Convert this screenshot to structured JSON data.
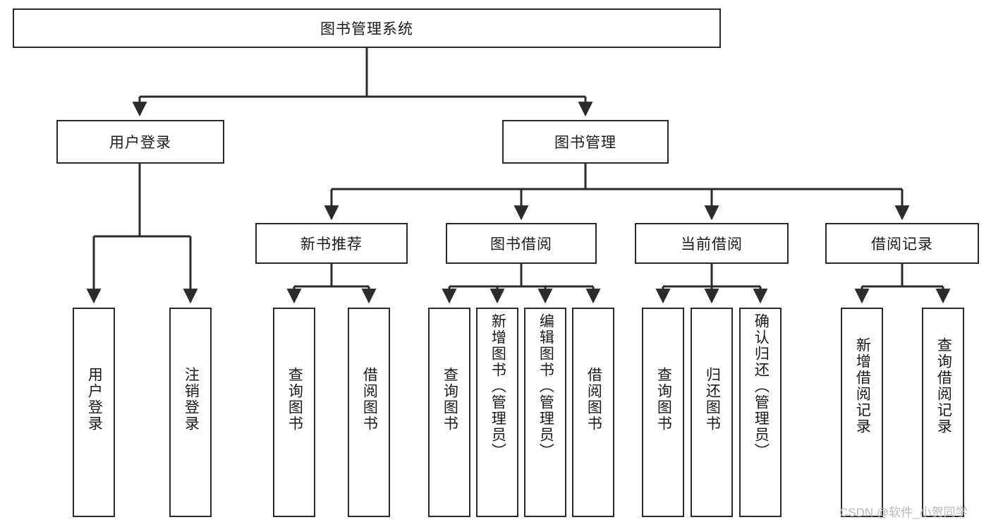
{
  "diagram": {
    "type": "tree-hierarchy-chart",
    "title": "图书管理系统",
    "stroke_color": "#2b2b2b",
    "text_color": "#1a1a1a",
    "background_color": "#ffffff",
    "root": {
      "label": "图书管理系统"
    },
    "level2": [
      {
        "label": "用户登录"
      },
      {
        "label": "图书管理"
      }
    ],
    "level3": [
      {
        "label": "新书推荐"
      },
      {
        "label": "图书借阅"
      },
      {
        "label": "当前借阅"
      },
      {
        "label": "借阅记录"
      }
    ],
    "leaves": {
      "user_login": [
        {
          "label": "用户登录"
        },
        {
          "label": "注销登录"
        }
      ],
      "new_book_recommend": [
        {
          "label": "查询图书"
        },
        {
          "label": "借阅图书"
        }
      ],
      "book_borrow": [
        {
          "label": "查询图书"
        },
        {
          "label": "新增图书（管理员）"
        },
        {
          "label": "编辑图书（管理员）"
        },
        {
          "label": "借阅图书"
        }
      ],
      "current_borrow": [
        {
          "label": "查询图书"
        },
        {
          "label": "归还图书"
        },
        {
          "label": "确认归还（管理员）"
        }
      ],
      "borrow_record": [
        {
          "label": "新增借阅记录"
        },
        {
          "label": "查询借阅记录"
        }
      ]
    }
  },
  "watermark": {
    "text": "CSDN @软件_小贺同学"
  }
}
